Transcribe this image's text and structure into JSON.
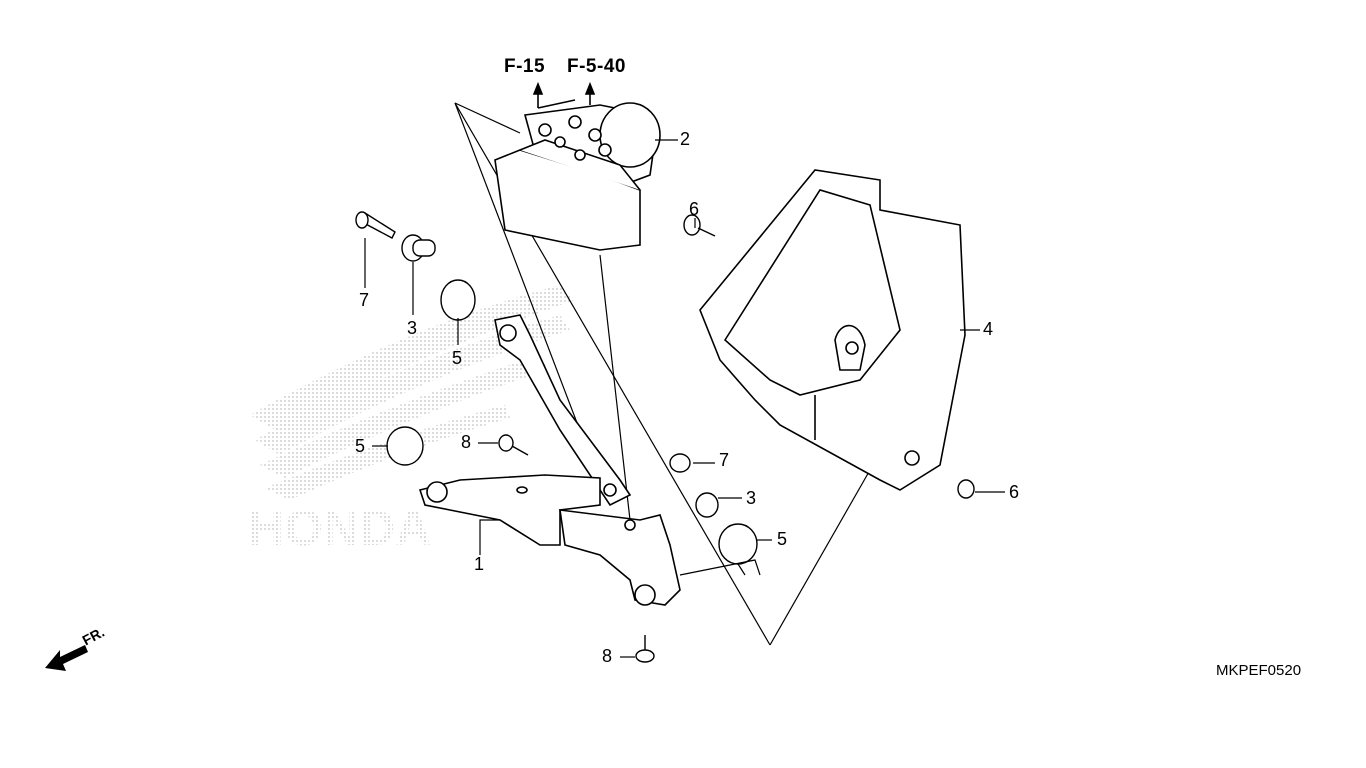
{
  "references": [
    "F-15",
    "F-5-40"
  ],
  "callouts": [
    "1",
    "2",
    "3",
    "3",
    "4",
    "5",
    "5",
    "5",
    "6",
    "6",
    "7",
    "7",
    "8",
    "8"
  ],
  "diagram_code": "MKPEF0520",
  "front_label": "FR.",
  "watermark": "HONDA",
  "colors": {
    "line": "#000000",
    "watermark": "#bdbdbd",
    "background": "#ffffff"
  }
}
